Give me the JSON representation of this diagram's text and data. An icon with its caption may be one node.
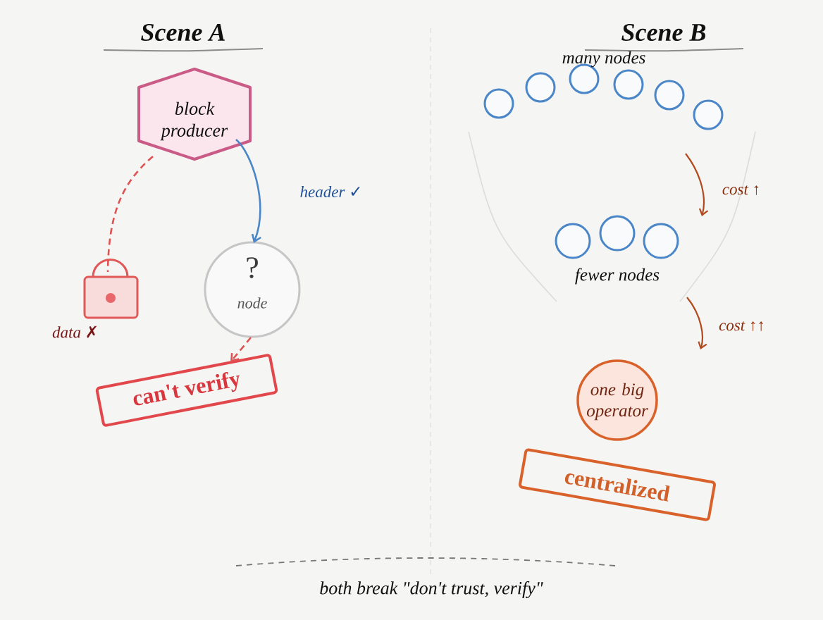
{
  "diagram": {
    "caption": "both break \"don't trust, verify\"",
    "nodes": [
      {
        "text": [
          "block producer"
        ]
      },
      {
        "text": [],
        "shape": "lock",
        "beside": [
          "data ✗"
        ]
      },
      {
        "text": [
          "?",
          "node"
        ]
      },
      {
        "text": [
          "can't verify"
        ]
      },
      {
        "text": [],
        "shape": "circle"
      },
      {
        "text": [],
        "shape": "circle"
      },
      {
        "text": [],
        "shape": "circle"
      },
      {
        "text": [],
        "shape": "circle"
      },
      {
        "text": [],
        "shape": "circle"
      },
      {
        "text": [],
        "shape": "circle"
      },
      {
        "text": [],
        "shape": "circle"
      },
      {
        "text": [],
        "shape": "circle"
      },
      {
        "text": [],
        "shape": "circle"
      },
      {
        "text": [
          "one big operator"
        ]
      },
      {
        "text": [
          "centralized"
        ]
      }
    ],
    "edges": [
      {
        "from": 0,
        "to": 1,
        "arrow": "none",
        "style": "dashed",
        "color": "#e05252"
      },
      {
        "from": 0,
        "to": 2,
        "arrow": "to",
        "label": "header ✓",
        "color": "#4a86c8"
      },
      {
        "from": 2,
        "to": 3,
        "arrow": "to",
        "style": "dashed",
        "color": "#e05252"
      }
    ],
    "labels": [
      "Scene A",
      "Scene B",
      "many nodes",
      "cost ↑",
      "fewer nodes",
      "cost ↑↑"
    ]
  }
}
